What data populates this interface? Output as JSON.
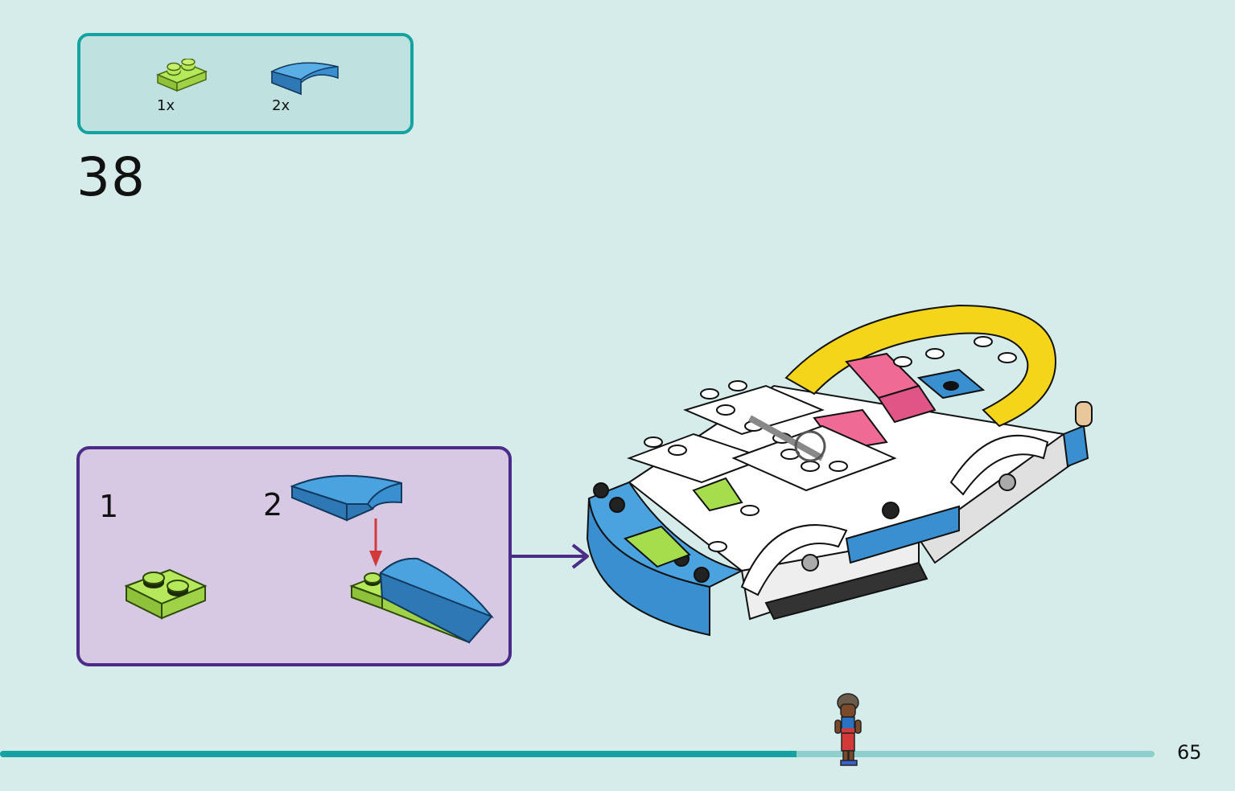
{
  "parts_list": {
    "items": [
      {
        "qty": "1x",
        "part": "lime-green-plate-1x2-icon"
      },
      {
        "qty": "2x",
        "part": "blue-curved-slope-icon"
      }
    ]
  },
  "step": {
    "number": "38"
  },
  "substeps": [
    {
      "number": "1"
    },
    {
      "number": "2"
    }
  ],
  "progress": {
    "fraction": 0.69
  },
  "page": {
    "number": "65"
  },
  "colors": {
    "background": "#d6ecea",
    "parts_box_border": "#14a3a0",
    "substep_box_border": "#4b2c87",
    "substep_box_fill": "#d7c9e4",
    "lime": "#a6dd4c",
    "blue": "#3a8fd0",
    "yellow": "#f4d51a",
    "pink": "#f06a96",
    "arrow_red": "#d23a3a"
  }
}
